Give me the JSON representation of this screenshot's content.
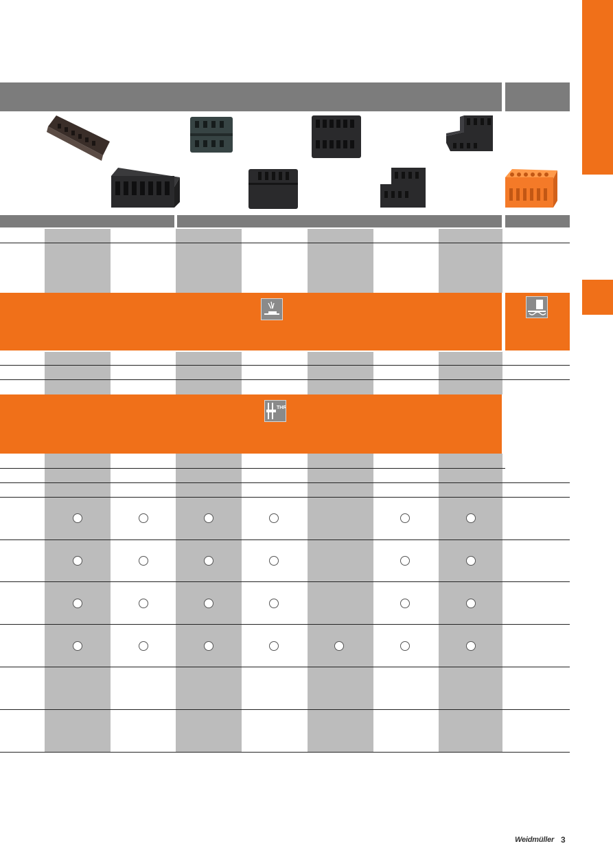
{
  "brand": {
    "name": "Weidmüller",
    "mark": "3"
  },
  "colors": {
    "accent": "#f07019",
    "header_grey": "#7c7c7c",
    "column_shade": "#bcbcbc"
  },
  "icons": {
    "smd_reflow": "smd-reflow-icon",
    "tht_wave": "tht-wave-icon",
    "thr": "thr-icon",
    "thr_label": "THR"
  },
  "product_images": [
    "angled-header-icon",
    "double-row-header-icon",
    "double-row-header-large-icon",
    "angled-double-header-icon",
    "straight-header-icon",
    "stacked-header-icon",
    "stepped-header-icon",
    "orange-plug-icon"
  ],
  "availability_rows": [
    {
      "circles": [
        true,
        true,
        true,
        true,
        false,
        true,
        true
      ]
    },
    {
      "circles": [
        true,
        true,
        true,
        true,
        false,
        true,
        true
      ]
    },
    {
      "circles": [
        true,
        true,
        true,
        true,
        false,
        true,
        true
      ]
    },
    {
      "circles": [
        true,
        true,
        true,
        true,
        true,
        true,
        true
      ]
    }
  ]
}
